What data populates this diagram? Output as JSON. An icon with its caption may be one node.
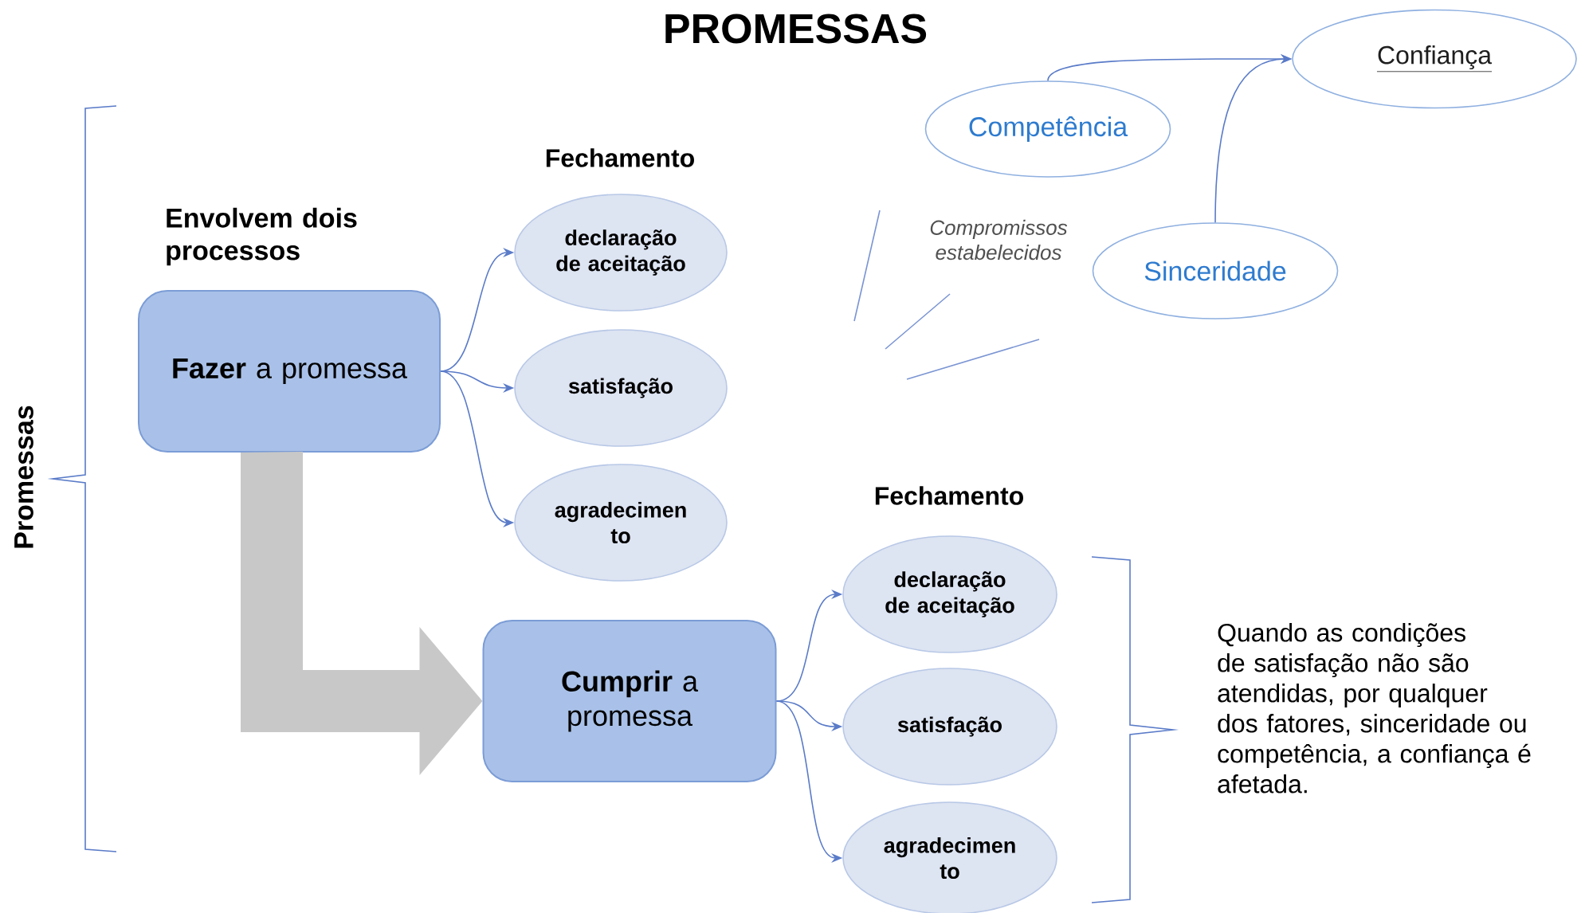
{
  "diagram": {
    "title": "PROMESSAS",
    "nodes": [
      {
        "text": [
          "**Fazer** a promessa"
        ]
      },
      {
        "text": [
          "declaração de aceitação"
        ]
      },
      {
        "text": [
          "satisfação"
        ]
      },
      {
        "text": [
          "agradecimen to"
        ]
      },
      {
        "text": [
          "**Cumprir** a promessa"
        ]
      },
      {
        "text": [
          "declaração de aceitação"
        ]
      },
      {
        "text": [
          "satisfação"
        ]
      },
      {
        "text": [
          "agradecimen to"
        ]
      },
      {
        "text": [
          "Competência"
        ]
      },
      {
        "text": [
          "Confiança"
        ]
      },
      {
        "text": [
          "Sinceridade"
        ]
      }
    ],
    "edges": [
      {
        "from": 0,
        "to": 1,
        "arrow": "to"
      },
      {
        "from": 0,
        "to": 2,
        "arrow": "to"
      },
      {
        "from": 0,
        "to": 3,
        "arrow": "to"
      },
      {
        "from": 4,
        "to": 5,
        "arrow": "to"
      },
      {
        "from": 4,
        "to": 6,
        "arrow": "to"
      },
      {
        "from": 4,
        "to": 7,
        "arrow": "to"
      },
      {
        "from": 8,
        "to": 9,
        "arrow": "to"
      },
      {
        "from": 10,
        "to": 9,
        "arrow": "to"
      },
      {
        "from": 0,
        "to": 4,
        "arrow": "to",
        "style": "thick",
        "color": "#c8c8c8"
      }
    ],
    "labels": [
      "Envolvem dois processos",
      "Fechamento",
      "Fechamento",
      "Compromissos estabelecidos",
      "Promessas",
      "Quando as condições de satisfação não são atendidas, por qualquer dos fatores, sinceridade ou competência, a confiança é afetada."
    ]
  }
}
